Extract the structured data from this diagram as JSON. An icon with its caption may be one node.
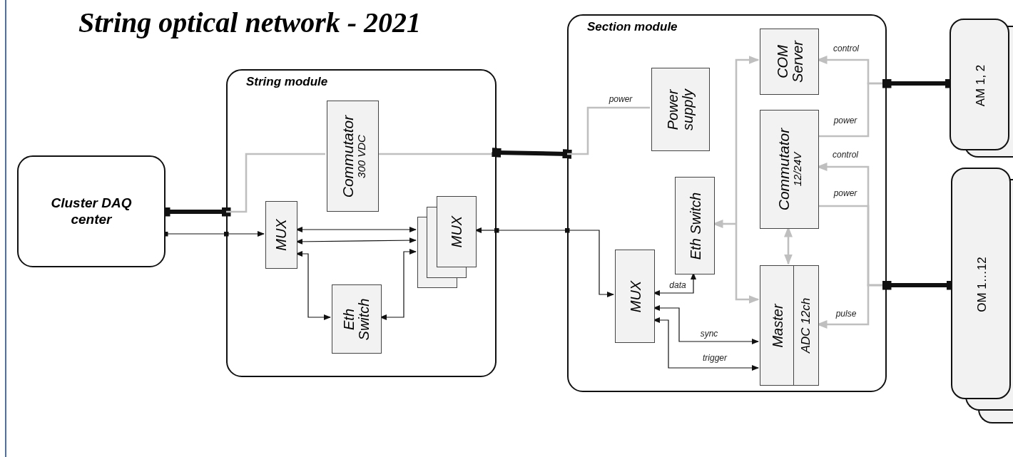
{
  "diagram": {
    "title": "String optical network - 2021",
    "nodes": [
      {
        "text": [
          "Cluster DAQ center"
        ]
      },
      {
        "text": [
          "String module"
        ]
      },
      {
        "text": [
          "Commutator",
          "300 VDC"
        ],
        "in": 1
      },
      {
        "text": [
          "MUX"
        ],
        "in": 1
      },
      {
        "text": [
          "MUX"
        ],
        "in": 1
      },
      {
        "text": [
          "Eth Switch"
        ],
        "in": 1
      },
      {
        "text": [
          "Section module"
        ]
      },
      {
        "text": [
          "Power supply"
        ],
        "in": 6
      },
      {
        "text": [
          "COM Server"
        ],
        "in": 6
      },
      {
        "text": [
          "Commutator",
          "12/24V"
        ],
        "in": 6
      },
      {
        "text": [
          "Eth Switch"
        ],
        "in": 6
      },
      {
        "text": [
          "MUX"
        ],
        "in": 6
      },
      {
        "text": [
          "Master",
          "ADC 12ch"
        ],
        "in": 6
      },
      {
        "text": [
          "AM 1, 2"
        ]
      },
      {
        "text": [
          "OM 1…12"
        ]
      }
    ],
    "edges": [
      {
        "from": 0,
        "to": 1,
        "arrow": "other",
        "style": "thick"
      },
      {
        "from": 1,
        "to": 2,
        "arrow": "none",
        "color": "#bfbfbf"
      },
      {
        "from": 2,
        "to": 1,
        "arrow": "none",
        "color": "#bfbfbf"
      },
      {
        "from": 1,
        "to": 6,
        "arrow": "other",
        "style": "thick"
      },
      {
        "from": 6,
        "to": 7,
        "arrow": "none",
        "color": "#bfbfbf",
        "label": "power"
      },
      {
        "from": 0,
        "to": 1,
        "arrow": "other"
      },
      {
        "from": 1,
        "to": 3,
        "arrow": "to"
      },
      {
        "from": 3,
        "to": 4,
        "arrow": "both"
      },
      {
        "from": 3,
        "to": 4,
        "arrow": "both"
      },
      {
        "from": 3,
        "to": 5,
        "arrow": "both"
      },
      {
        "from": 5,
        "to": 4,
        "arrow": "both"
      },
      {
        "from": 1,
        "to": 4,
        "arrow": "to"
      },
      {
        "from": 1,
        "to": 6,
        "arrow": "other"
      },
      {
        "from": 6,
        "to": 11,
        "arrow": "to"
      },
      {
        "from": 11,
        "to": 10,
        "arrow": "both",
        "label": "data"
      },
      {
        "from": 11,
        "to": 12,
        "arrow": "both",
        "label": "sync"
      },
      {
        "from": 11,
        "to": 12,
        "arrow": "both",
        "label": "trigger"
      },
      {
        "from": null,
        "to": 8,
        "arrow": "to",
        "color": "#bfbfbf"
      },
      {
        "from": null,
        "to": 10,
        "arrow": "to",
        "color": "#bfbfbf"
      },
      {
        "from": null,
        "to": 12,
        "arrow": "to",
        "color": "#bfbfbf"
      },
      {
        "from": 9,
        "to": 12,
        "arrow": "both",
        "color": "#bfbfbf"
      },
      {
        "from": 6,
        "to": 8,
        "arrow": "to",
        "color": "#bfbfbf",
        "label": "control"
      },
      {
        "from": 9,
        "to": 6,
        "arrow": "none",
        "color": "#bfbfbf",
        "label": "power"
      },
      {
        "from": 6,
        "to": 13,
        "arrow": "other",
        "style": "thick"
      },
      {
        "from": 6,
        "to": 9,
        "arrow": "to",
        "color": "#bfbfbf",
        "label": "control"
      },
      {
        "from": 9,
        "to": 6,
        "arrow": "none",
        "color": "#bfbfbf",
        "label": "power"
      },
      {
        "from": 6,
        "to": 12,
        "arrow": "to",
        "color": "#bfbfbf",
        "label": "pulse"
      },
      {
        "from": 6,
        "to": 14,
        "arrow": "other",
        "style": "thick"
      }
    ]
  }
}
